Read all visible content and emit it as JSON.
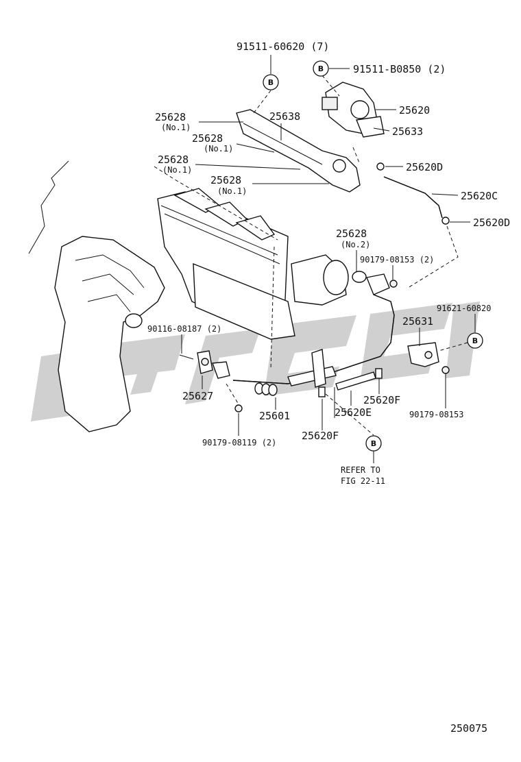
{
  "watermark_color": "#c8c8c8",
  "diagram_number": "250075",
  "circle_letter": "B",
  "labels": {
    "p_91511_60620": "91511-60620 (7)",
    "p_91511_b0850": "91511-B0850 (2)",
    "p_25620": "25620",
    "p_25633": "25633",
    "p_25638": "25638",
    "p_25628_a": "25628",
    "p_25628_a_sub": "(No.1)",
    "p_25628_b": "25628",
    "p_25628_b_sub": "(No.1)",
    "p_25628_c": "25628",
    "p_25628_c_sub": "(No.1)",
    "p_25628_d": "25628",
    "p_25628_d_sub": "(No.1)",
    "p_25620d_top": "25620D",
    "p_25620c": "25620C",
    "p_25620d_bot": "25620D",
    "p_25628_no2": "25628",
    "p_25628_no2_sub": "(No.2)",
    "p_90179_08153_2": "90179-08153 (2)",
    "p_91621_60820": "91621-60820",
    "p_25631": "25631",
    "p_90116_08187": "90116-08187 (2)",
    "p_25627": "25627",
    "p_25601": "25601",
    "p_25620f_right": "25620F",
    "p_25620e": "25620E",
    "p_90179_08153": "90179-08153",
    "p_25620f_bot": "25620F",
    "p_90179_08119": "90179-08119 (2)",
    "refer_line1": "REFER TO",
    "refer_line2": "FIG 22-11"
  }
}
